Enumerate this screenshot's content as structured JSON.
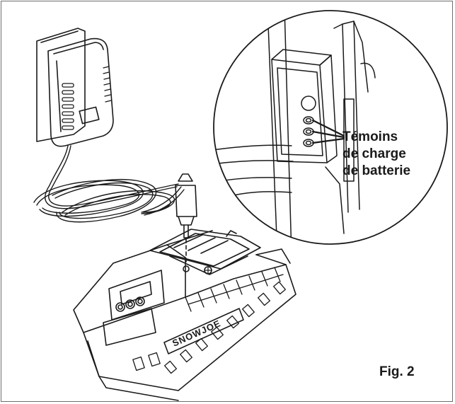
{
  "figure": {
    "callout_lines": [
      "Témoins",
      "de charge",
      "de batterie"
    ],
    "fig_label": "Fig. 2",
    "brand_logo": "SNOWJOE"
  },
  "colors": {
    "line": "#1a1a1a",
    "frame": "#6e6e6e",
    "background": "#ffffff"
  }
}
